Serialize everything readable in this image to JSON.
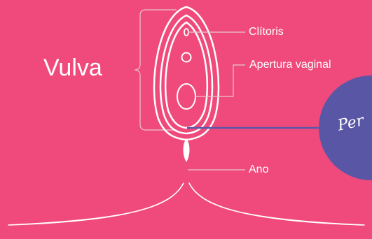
{
  "colors": {
    "background": "#F04A7C",
    "badge": "#5A56A6",
    "line_white": "#ffffff",
    "connector": "#E8C3CF",
    "divider": "#5A56A6"
  },
  "title": "Vulva",
  "labels": {
    "clitoris": "Clítoris",
    "apertura": "Apertura vaginal",
    "ano": "Ano"
  },
  "badge": {
    "text": "Per"
  }
}
